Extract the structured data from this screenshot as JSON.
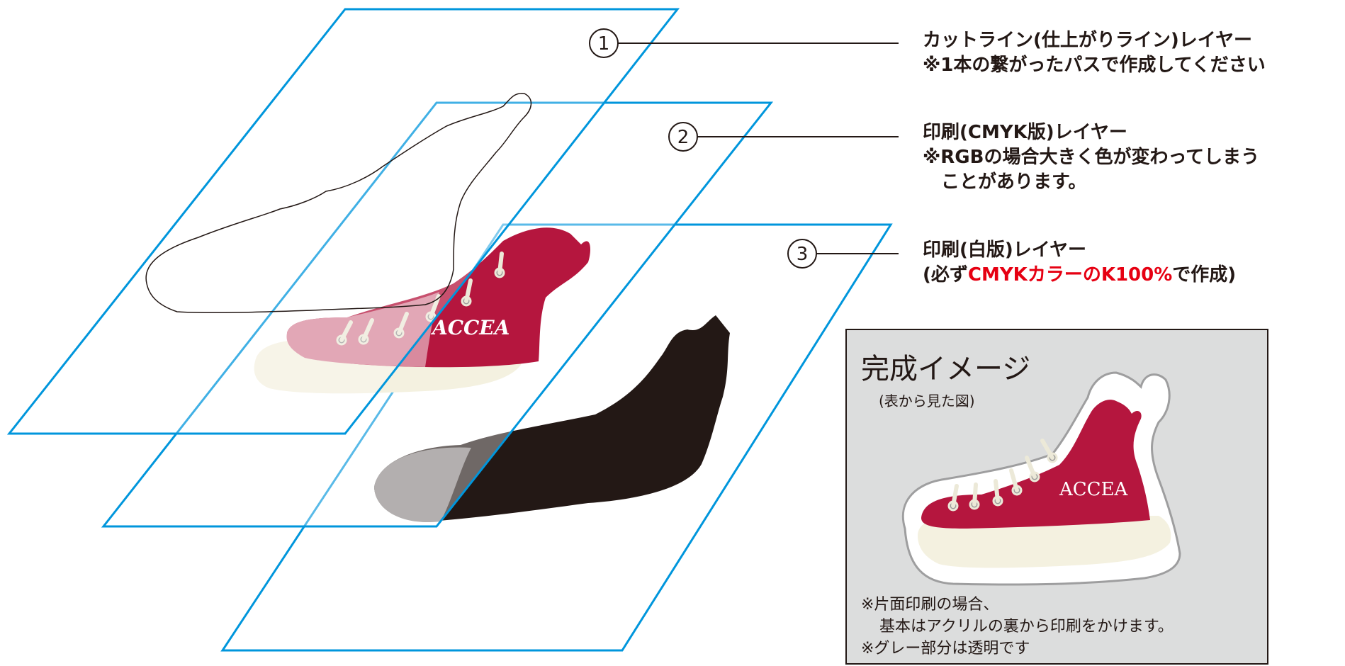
{
  "layers": [
    {
      "number": "1",
      "title": "カットライン(仕上がりライン)レイヤー",
      "note": "※1本の繋がったパスで作成してください"
    },
    {
      "number": "2",
      "title": "印刷(CMYK版)レイヤー",
      "note": "※RGBの場合大きく色が変わってしまう",
      "note_cont": "ことがあります。"
    },
    {
      "number": "3",
      "title": "印刷(白版)レイヤー",
      "note_prefix": "(必ず",
      "note_red": "CMYKカラーのK100%",
      "note_suffix": "で作成)"
    }
  ],
  "shoe_brand": "ACCEA",
  "preview": {
    "title": "完成イメージ",
    "subtitle": "(表から見た図)",
    "brand": "ACCEA",
    "notes": [
      "※片面印刷の場合、",
      "基本はアクリルの裏から印刷をかけます。",
      "※グレー部分は透明です"
    ]
  },
  "colors": {
    "plane_stroke": "#0096dc",
    "shoe_body": "#b5163e",
    "shoe_body_light": "#d98a9e",
    "sole": "#f4f1e0",
    "white_layer": "#231815",
    "white_layer_gray": "#8a8584",
    "preview_bg": "#dcdddd",
    "accent_red": "#e60012"
  }
}
